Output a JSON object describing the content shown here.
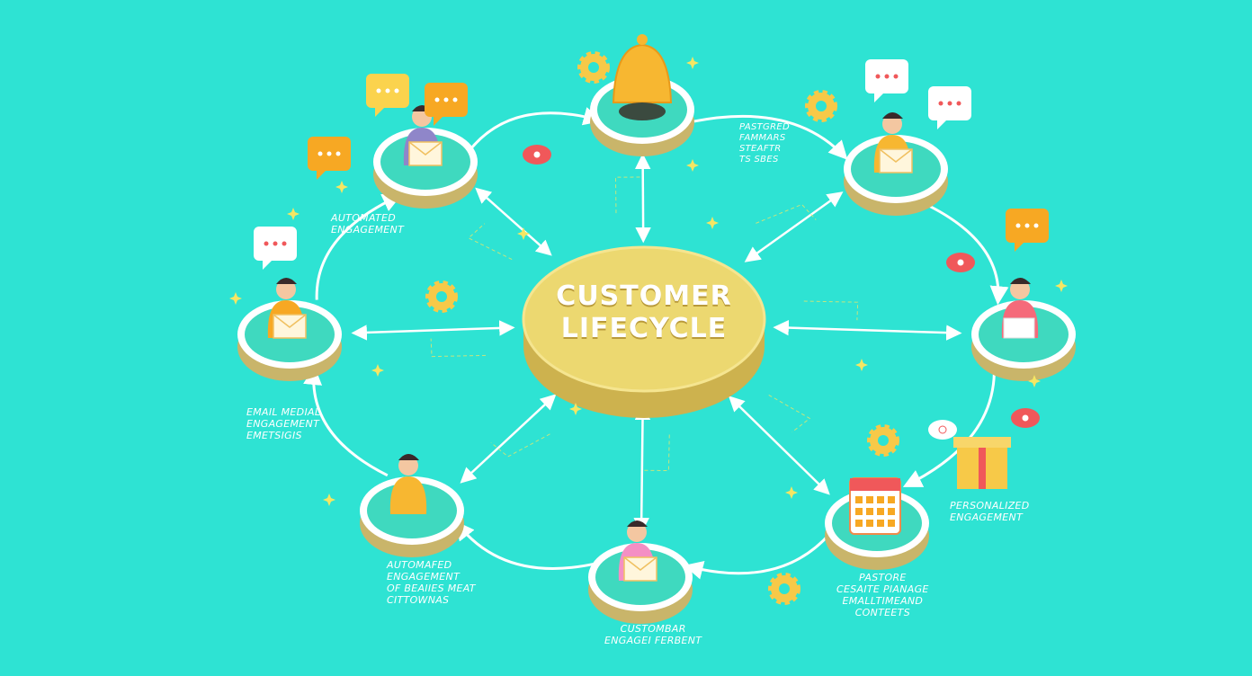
{
  "center": {
    "line1": "CUSTOMER",
    "line2": "LIFECYCLE"
  },
  "labels": {
    "top_left": [
      "AUTOMATED",
      "ENGAGEMENT"
    ],
    "left": [
      "EMAIL MEDIAL",
      "ENGAGEMENT",
      "EMETSIGIS"
    ],
    "bottom_left": [
      "AUTOMAFED",
      "ENGAGEMENT",
      "OF BEAIIES MEAT",
      "CITTOWNAS"
    ],
    "bottom": [
      "CUSTOMBAR",
      "ENGAGEI FERBENT"
    ],
    "bottom_right": [
      "PASTORE",
      "CESAITE PIANAGE",
      "EMALLTIMEAND",
      "CONTEETS"
    ],
    "right": [
      "PERSONALIZED",
      "ENGAGEMENT"
    ],
    "top_right": [
      "PASTGRED",
      "FAMMARS",
      "STEAFTR",
      "TS SBES"
    ]
  },
  "colors": {
    "background": "#2ee3d3",
    "disc": "#ecd870",
    "disc_side": "#cdb24e",
    "platform_top": "#3fd9bf",
    "ring": "#ffffff",
    "accent_orange": "#f7a823",
    "accent_red": "#f0585a"
  },
  "nodes": [
    {
      "id": "top",
      "icon": "bell-icon"
    },
    {
      "id": "top-right",
      "icon": "person-with-envelope-icon"
    },
    {
      "id": "right",
      "icon": "person-with-laptop-icon"
    },
    {
      "id": "bottom-right",
      "icon": "calendar-icon"
    },
    {
      "id": "bottom",
      "icon": "person-with-envelope-icon"
    },
    {
      "id": "bottom-left",
      "icon": "person-pointing-icon"
    },
    {
      "id": "left",
      "icon": "person-with-envelope-icon"
    },
    {
      "id": "top-left",
      "icon": "person-with-envelope-icon"
    }
  ]
}
